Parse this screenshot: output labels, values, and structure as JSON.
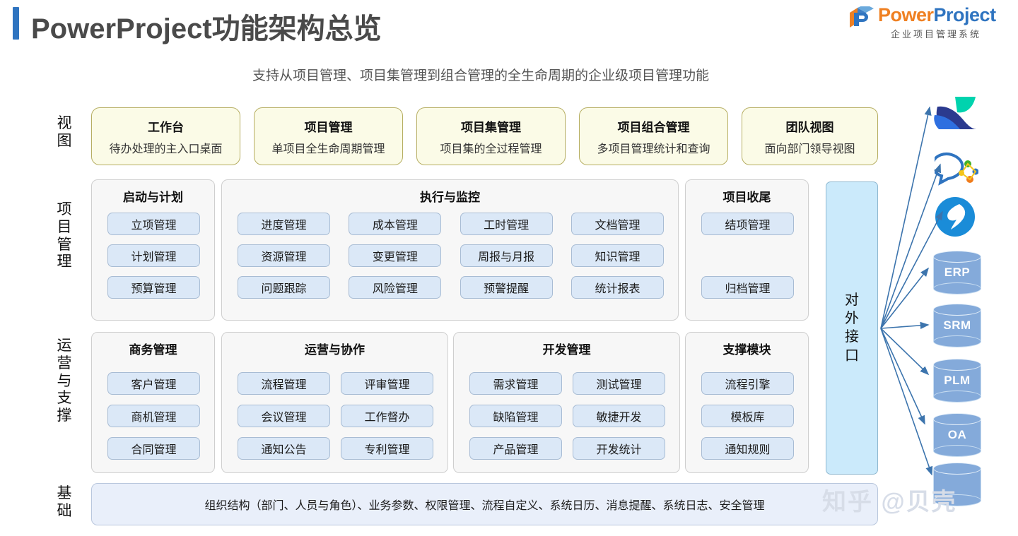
{
  "header": {
    "title": "PowerProject功能架构总览",
    "accent_color": "#2f74c0",
    "brand": {
      "name_part1": "Power",
      "name_part2": "Project",
      "subtitle": "企业项目管理系统",
      "color_part1": "#ef8022",
      "color_part2": "#2f74c0"
    }
  },
  "subtitle": "支持从项目管理、项目集管理到组合管理的全生命周期的企业级项目管理功能",
  "rows": {
    "view_label": "视图",
    "project_label": "项目管理",
    "ops_label": "运营与支撑",
    "foundation_label": "基础"
  },
  "view_cards": [
    {
      "title": "工作台",
      "desc": "待办处理的主入口桌面"
    },
    {
      "title": "项目管理",
      "desc": "单项目全生命周期管理"
    },
    {
      "title": "项目集管理",
      "desc": "项目集的全过程管理"
    },
    {
      "title": "项目组合管理",
      "desc": "多项目管理统计和查询"
    },
    {
      "title": "团队视图",
      "desc": "面向部门领导视图"
    }
  ],
  "project_groups": [
    {
      "title": "启动与计划",
      "columns": [
        [
          "立项管理",
          "计划管理",
          "预算管理"
        ]
      ]
    },
    {
      "title": "执行与监控",
      "columns": [
        [
          "进度管理",
          "资源管理",
          "问题跟踪"
        ],
        [
          "成本管理",
          "变更管理",
          "风险管理"
        ],
        [
          "工时管理",
          "周报与月报",
          "预警提醒"
        ],
        [
          "文档管理",
          "知识管理",
          "统计报表"
        ]
      ]
    },
    {
      "title": "项目收尾",
      "columns": [
        [
          "结项管理",
          "",
          "归档管理"
        ]
      ]
    }
  ],
  "ops_groups": [
    {
      "title": "商务管理",
      "columns": [
        [
          "客户管理",
          "商机管理",
          "合同管理"
        ]
      ]
    },
    {
      "title": "运营与协作",
      "columns": [
        [
          "流程管理",
          "会议管理",
          "通知公告"
        ],
        [
          "评审管理",
          "工作督办",
          "专利管理"
        ]
      ]
    },
    {
      "title": "开发管理",
      "columns": [
        [
          "需求管理",
          "缺陷管理",
          "产品管理"
        ],
        [
          "测试管理",
          "敏捷开发",
          "开发统计"
        ]
      ]
    },
    {
      "title": "支撑模块",
      "columns": [
        [
          "流程引擎",
          "模板库",
          "通知规则"
        ]
      ]
    }
  ],
  "external_interface": {
    "label": "对外接口",
    "color": "#cbeafb"
  },
  "foundation_text": "组织结构（部门、人员与角色）、业务参数、权限管理、流程自定义、系统日历、消息提醒、系统日志、安全管理",
  "integrations": [
    {
      "name": "feishu-icon",
      "label": ""
    },
    {
      "name": "wecom-icon",
      "label": ""
    },
    {
      "name": "dingtalk-icon",
      "label": ""
    },
    {
      "name": "erp-database",
      "label": "ERP"
    },
    {
      "name": "srm-database",
      "label": "SRM"
    },
    {
      "name": "plm-database",
      "label": "PLM"
    },
    {
      "name": "oa-database",
      "label": "OA"
    },
    {
      "name": "other-database",
      "label": ""
    }
  ],
  "watermark": "知乎 @贝壳"
}
